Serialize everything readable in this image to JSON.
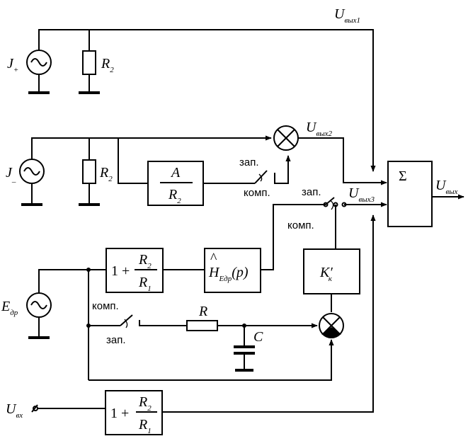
{
  "sources": {
    "j_plus": {
      "sym": "J",
      "sub": "+"
    },
    "j_minus": {
      "sym": "J",
      "sub": "_"
    },
    "e_dr": {
      "sym": "E",
      "sub": "др"
    },
    "u_in": {
      "sym": "U",
      "sub": "вх"
    }
  },
  "components": {
    "r2_top": "R",
    "r2_top_sub": "2",
    "r2_mid": "R",
    "r2_mid_sub": "2",
    "resistor_r": "R",
    "capacitor_c": "C"
  },
  "blocks": {
    "a_over_r2": {
      "num": "A",
      "den": "R",
      "den_sub": "2"
    },
    "gain_upper": {
      "one": "1",
      "plus": "+",
      "num": "R",
      "num_sub": "2",
      "den": "R",
      "den_sub": "1"
    },
    "h_filter": {
      "sym": "H",
      "sub": "Eдр",
      "arg": "(p)"
    },
    "k_block": {
      "sym": "K",
      "prime": "′",
      "sub": "к"
    },
    "gain_lower": {
      "one": "1",
      "plus": "+",
      "num": "R",
      "num_sub": "2",
      "den": "R",
      "den_sub": "1"
    },
    "sum": "Σ"
  },
  "outputs": {
    "u1": {
      "sym": "U",
      "sub": "вых1"
    },
    "u2": {
      "sym": "U",
      "sub": "вых2"
    },
    "u3": {
      "sym": "U",
      "sub": "вых3"
    },
    "uout": {
      "sym": "U",
      "sub": "вых"
    }
  },
  "switches": {
    "sw1": {
      "a": "зап.",
      "b": "комп."
    },
    "sw2": {
      "a": "зап.",
      "b": "комп."
    },
    "sw3": {
      "a": "комп.",
      "b": "зап."
    }
  }
}
